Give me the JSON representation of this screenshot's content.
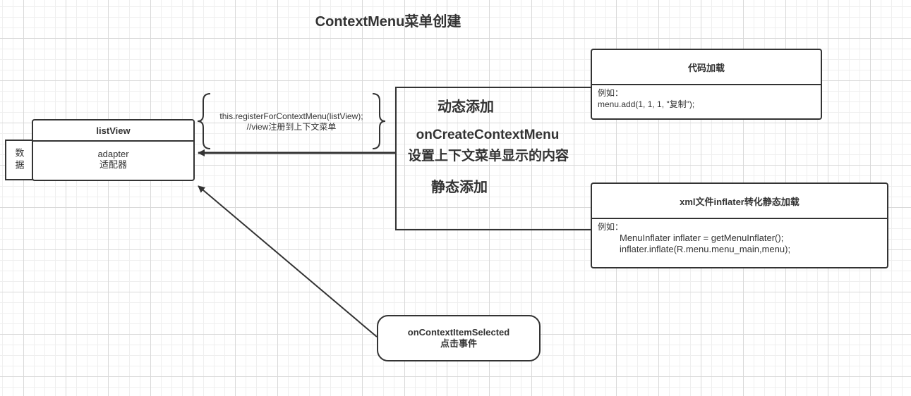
{
  "title": "ContextMenu菜单创建",
  "listview": {
    "header": "listView",
    "side_label": "数据",
    "body_line1": "adapter",
    "body_line2": "适配器"
  },
  "register": {
    "line1": "this.registerForContextMenu(listView);",
    "line2": "//view注册到上下文菜单"
  },
  "center": {
    "dynamic": "动态添加",
    "method": "onCreateContextMenu",
    "desc": "设置上下文菜单显示的内容",
    "static": "静态添加"
  },
  "code_box": {
    "header": "代码加载",
    "line1": "例如：",
    "line2": "menu.add(1, 1, 1, \"复制\");"
  },
  "xml_box": {
    "header": "xml文件inflater转化静态加载",
    "line1": "例如：",
    "line2": "MenuInflater inflater = getMenuInflater();",
    "line3": "inflater.inflate(R.menu.menu_main,menu);"
  },
  "select_box": {
    "line1": "onContextItemSelected",
    "line2": "点击事件"
  },
  "colors": {
    "stroke": "#333333",
    "grid_major": "#d9d9d9",
    "grid_minor": "#efefef",
    "background": "#ffffff"
  }
}
